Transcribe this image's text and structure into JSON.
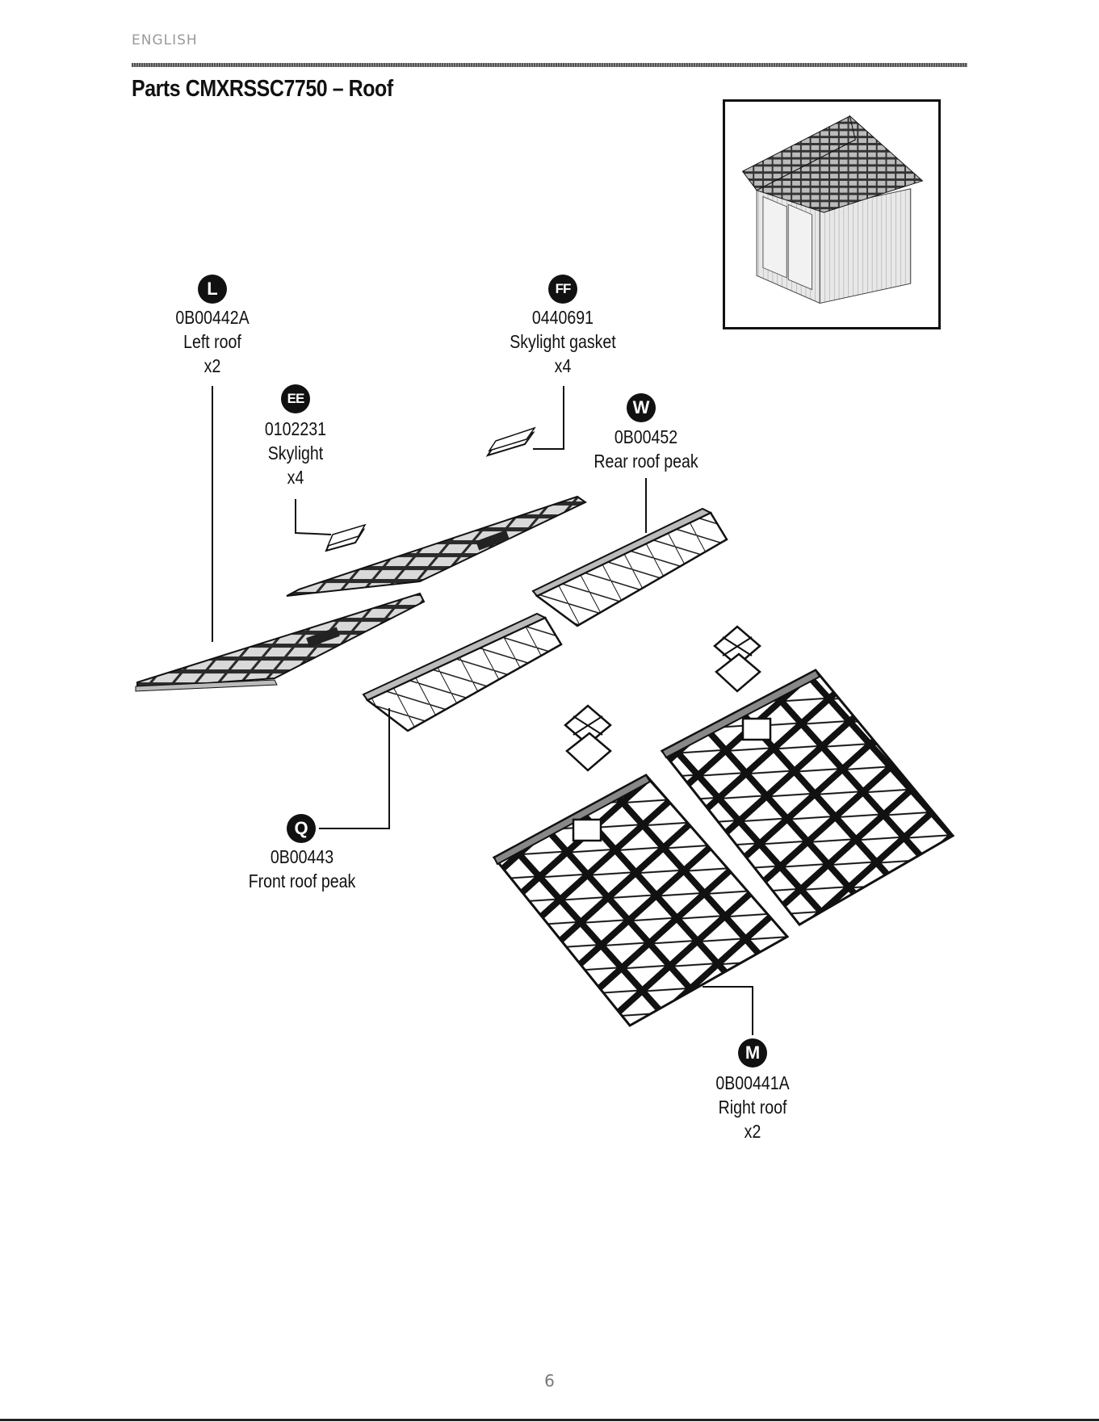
{
  "header": {
    "language": "ENGLISH"
  },
  "title": "Parts CMXRSSC7750 – Roof",
  "parts": {
    "L": {
      "letter": "L",
      "code": "0B00442A",
      "name": "Left roof",
      "qty": "x2"
    },
    "FF": {
      "letter": "FF",
      "code": "0440691",
      "name": "Skylight gasket",
      "qty": "x4"
    },
    "EE": {
      "letter": "EE",
      "code": "0102231",
      "name": "Skylight",
      "qty": "x4"
    },
    "W": {
      "letter": "W",
      "code": "0B00452",
      "name": "Rear roof peak",
      "qty": ""
    },
    "Q": {
      "letter": "Q",
      "code": "0B00443",
      "name": "Front roof peak",
      "qty": ""
    },
    "M": {
      "letter": "M",
      "code": "0B00441A",
      "name": "Right roof",
      "qty": "x2"
    }
  },
  "page_number": "6"
}
